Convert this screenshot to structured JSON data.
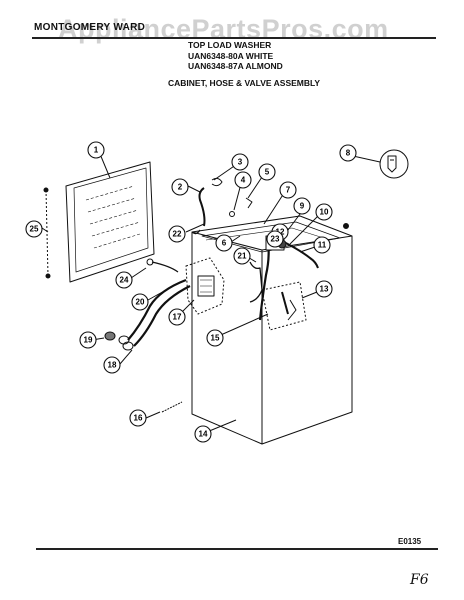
{
  "header": {
    "brand_left": "MONT",
    "brand_rest": "GOMERY WARD",
    "watermark": "AppliancePartsPros.com"
  },
  "title": {
    "line1": "TOP LOAD WASHER",
    "line2": "UAN6348-80A WHITE",
    "line3": "UAN6348-87A ALMOND",
    "subtitle": "CABINET, HOSE & VALVE ASSEMBLY"
  },
  "callouts": [
    "1",
    "2",
    "3",
    "4",
    "5",
    "6",
    "7",
    "8",
    "9",
    "10",
    "11",
    "12",
    "13",
    "14",
    "15",
    "16",
    "17",
    "18",
    "19",
    "20",
    "21",
    "22",
    "23",
    "24",
    "25"
  ],
  "footer": {
    "code": "E0135",
    "page_mark": "F6"
  }
}
